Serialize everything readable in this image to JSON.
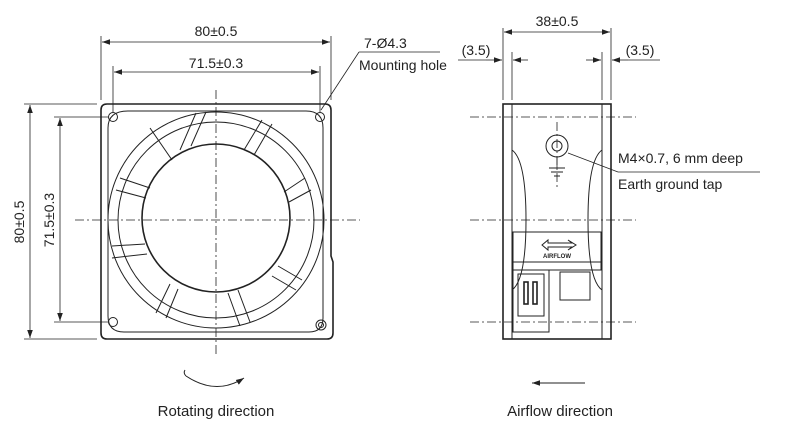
{
  "front_view": {
    "width_outer": "80±0.5",
    "width_holes": "71.5±0.3",
    "height_outer": "80±0.5",
    "height_holes": "71.5±0.3",
    "hole_spec": "7-Ø4.3",
    "hole_label": "Mounting hole",
    "caption": "Rotating direction"
  },
  "side_view": {
    "depth": "38±0.5",
    "offset_left": "(3.5)",
    "offset_right": "(3.5)",
    "tap_spec": "M4×0.7, 6 mm deep",
    "tap_label": "Earth ground tap",
    "airflow_mark": "AIRFLOW",
    "caption": "Airflow direction"
  }
}
